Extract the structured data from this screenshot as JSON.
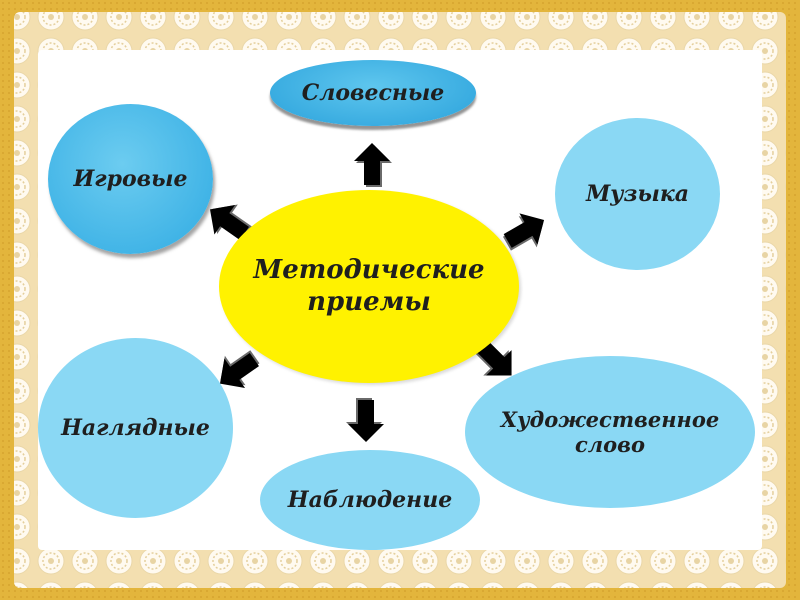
{
  "center": {
    "line1": "Методические",
    "line2": "приемы"
  },
  "nodes": {
    "igrovye": "Игровые",
    "slovesnye": "Словесные",
    "muzyka": "Музыка",
    "khudozhestvennoe": "Художественное слово",
    "nablyudenie": "Наблюдение",
    "naglyadnye": "Наглядные"
  },
  "colors": {
    "frame": "#e6b83a",
    "lace": "#fff8e8",
    "center": "#fff200",
    "node": "#8ad8f4",
    "arrow": "#000000"
  }
}
